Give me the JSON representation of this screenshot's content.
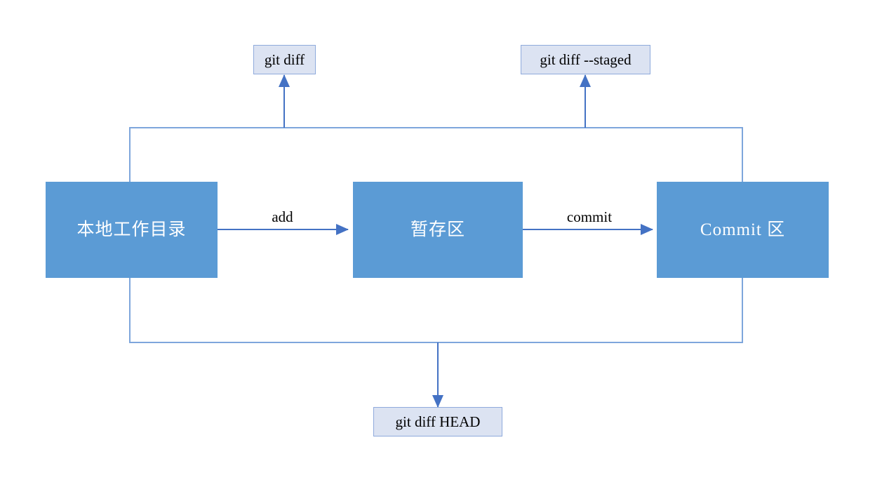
{
  "diagram": {
    "title": "Git workflow diagram",
    "colors": {
      "node_fill": "#5B9BD5",
      "node_text": "#ffffff",
      "command_fill": "#DCE3F2",
      "command_border": "#8FAADC",
      "connector": "#4472C4",
      "background": "#ffffff"
    },
    "nodes": [
      {
        "id": "working-directory",
        "label": "本地工作目录"
      },
      {
        "id": "staging-area",
        "label": "暂存区"
      },
      {
        "id": "commit-area",
        "label": "Commit 区"
      }
    ],
    "edge_labels": [
      {
        "id": "add",
        "label": "add"
      },
      {
        "id": "commit",
        "label": "commit"
      }
    ],
    "commands": [
      {
        "id": "git-diff",
        "label": "git diff"
      },
      {
        "id": "git-diff-staged",
        "label": "git diff --staged"
      },
      {
        "id": "git-diff-head",
        "label": "git diff HEAD"
      }
    ]
  }
}
